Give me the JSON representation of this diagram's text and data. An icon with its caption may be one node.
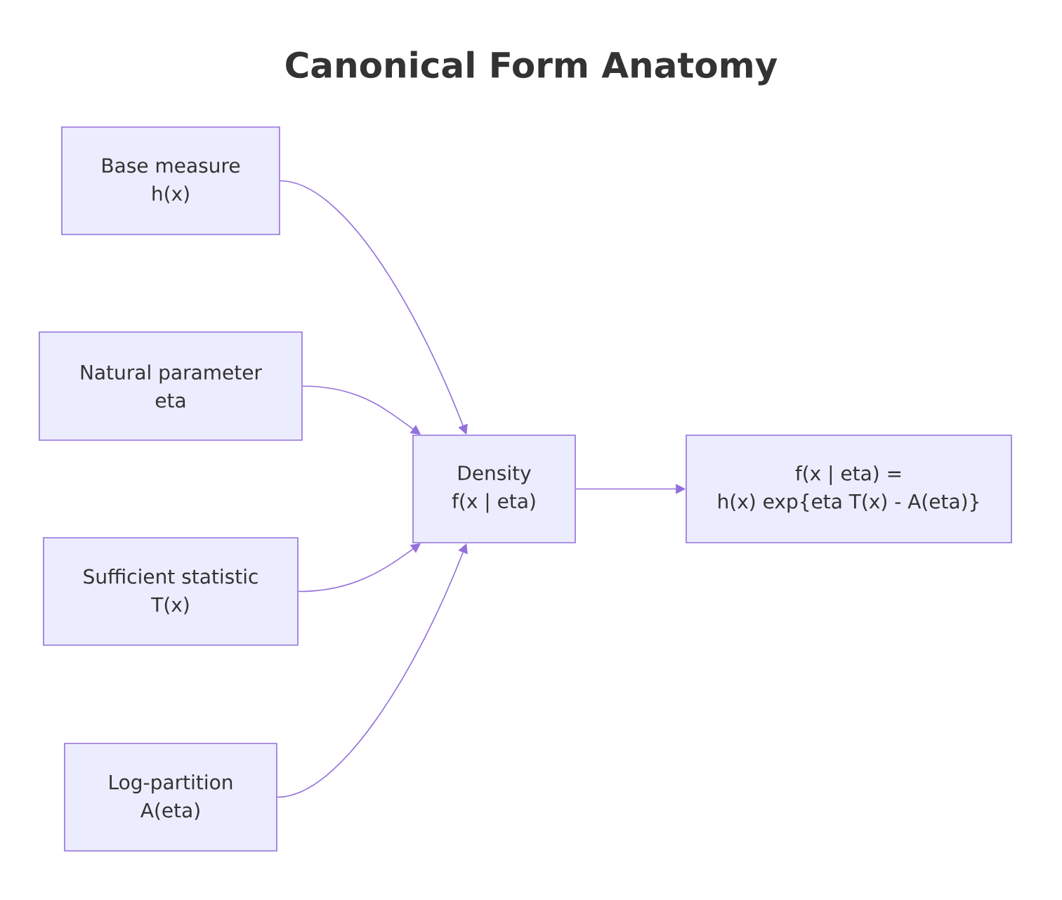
{
  "diagram": {
    "title": "Canonical Form Anatomy",
    "nodes": [
      {
        "text": [
          "Base measure",
          "h(x)"
        ]
      },
      {
        "text": [
          "Natural parameter",
          "eta"
        ]
      },
      {
        "text": [
          "Sufficient statistic",
          "T(x)"
        ]
      },
      {
        "text": [
          "Log-partition",
          "A(eta)"
        ]
      },
      {
        "text": [
          "Density",
          "f(x | eta)"
        ]
      },
      {
        "text": [
          "f(x | eta) =",
          "h(x) exp{eta T(x) - A(eta)}"
        ]
      }
    ],
    "edges": [
      {
        "from": 0,
        "to": 4,
        "arrow": "to"
      },
      {
        "from": 1,
        "to": 4,
        "arrow": "to"
      },
      {
        "from": 2,
        "to": 4,
        "arrow": "to"
      },
      {
        "from": 3,
        "to": 4,
        "arrow": "to"
      },
      {
        "from": 4,
        "to": 5,
        "arrow": "to"
      }
    ]
  }
}
